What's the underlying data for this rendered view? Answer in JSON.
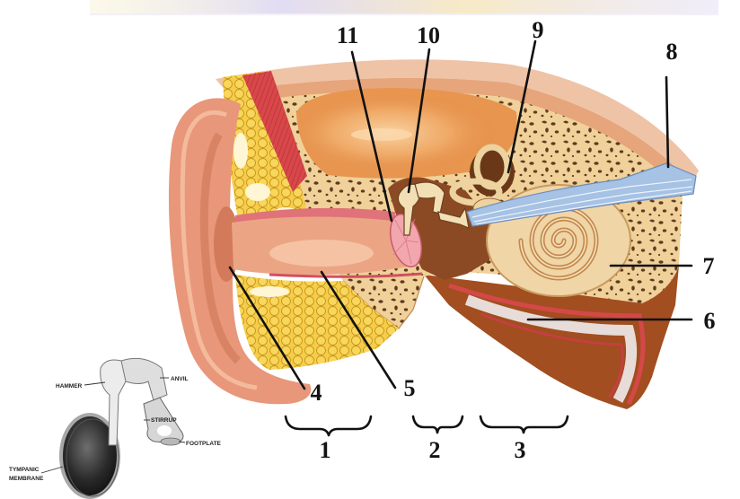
{
  "callouts": [
    "1",
    "2",
    "3",
    "4",
    "5",
    "6",
    "7",
    "8",
    "9",
    "10",
    "11"
  ],
  "inset": {
    "hammer": "HAMMER",
    "anvil": "ANVIL",
    "stirrup": "STIRRUP",
    "footplate": "FOOTPLATE",
    "tympanic_line1": "TYMPANIC",
    "tympanic_line2": "MEMBRANE"
  },
  "colors": {
    "skin_outer": "#efc3a6",
    "skin_inner": "#e6a57a",
    "bone": "#f0d19a",
    "dome": "#e89550",
    "fat": "#f5cd4a",
    "muscle": "#d8474a",
    "pinna": "#e8977a",
    "canal": "#eba585",
    "eardrum": "#f2a6ae",
    "middle_ear": "#8c4a24",
    "ossicles": "#f3dfb5",
    "cochlea": "#f0d5a6",
    "nerve": "#a6c2e4",
    "tissue": "#a24e20"
  }
}
